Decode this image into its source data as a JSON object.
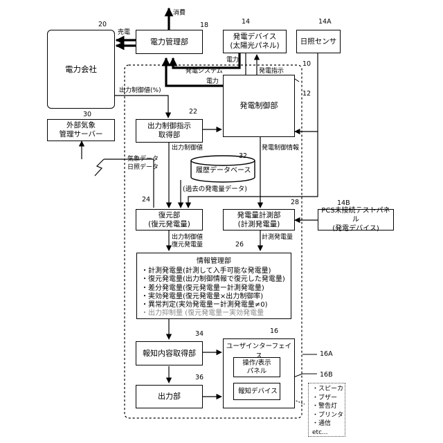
{
  "labels": {
    "power_company": "電力会社",
    "power_mgmt": "電力管理部",
    "gen_device_line1": "発電デバイス",
    "gen_device_line2": "(太陽光パネル)",
    "sunshine_sensor": "日照センサ",
    "weather_server_line1": "外部気象",
    "weather_server_line2": "管理サーバー",
    "output_ctrl_line1": "出力制御指示",
    "output_ctrl_line2": "取得部",
    "gen_control": "発電制御部",
    "history_db": "履歴データベース",
    "past_gen_data": "(過去の発電量データ)",
    "restore_line1": "復元部",
    "restore_line2": "(復元発電量)",
    "meter_line1": "発電量計測部",
    "meter_line2": "(計測発電量)",
    "pcs_line1": "PCS未接続テストパネル",
    "pcs_line2": "(発電デバイス)",
    "notify_acq": "報知内容取得部",
    "output_unit": "出力部",
    "ui_title": "ユーザインターフェイス",
    "op_panel_line1": "操作/表示",
    "op_panel_line2": "パネル",
    "notify_device": "報知デバイス"
  },
  "edges": {
    "consumption": "消費",
    "sell_power": "売電",
    "power_a": "電力",
    "power_b": "電力",
    "gen_instruction": "発電指示",
    "gen_system": "発電システム",
    "output_ctrl_value_pct": "出力制御値(%)",
    "output_ctrl_value_a": "出力制御値",
    "gen_ctrl_info": "発電制御情報",
    "weather_data": "気象データ",
    "sunshine_data": "日照データ",
    "output_ctrl_value_b": "出力制御値",
    "restored_gen": "復元発電量",
    "measured_gen": "計測発電量"
  },
  "info_panel": {
    "title": "情報管理部",
    "items": [
      "・計測発電量(計測して入手可能な発電量)",
      "・復元発電量(出力制御情報で復元した発電量)",
      "・差分発電量(復元発電量ー計測発電量)",
      "・実効発電量(復元発電量×出力制御率)",
      "・異常判定(実効発電量ー計測発電量≠0)"
    ],
    "gray_item": "・出力抑制量 (復元発電量ー実効発電量"
  },
  "devices": [
    "・スピーカ",
    "・ブザー",
    "・警告灯",
    "・プリンタ",
    "・通信",
    "etc..."
  ],
  "refs": {
    "r20": "20",
    "r18": "18",
    "r14": "14",
    "r14A": "14A",
    "r10": "10",
    "r12": "12",
    "r22": "22",
    "r30": "30",
    "r32": "32",
    "r24": "24",
    "r28": "28",
    "r14B": "14B",
    "r26": "26",
    "r16": "16",
    "r16A": "16A",
    "r16B": "16B",
    "r34": "34",
    "r36": "36"
  }
}
